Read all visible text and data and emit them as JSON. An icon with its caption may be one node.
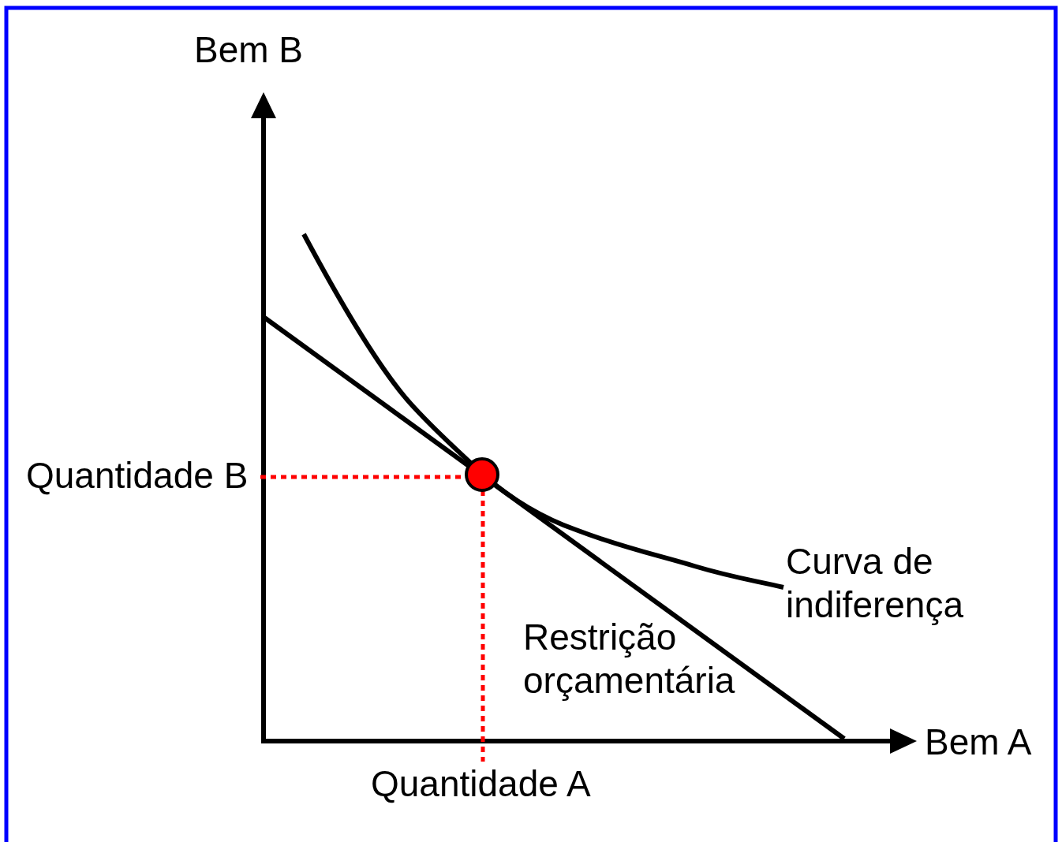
{
  "diagram": {
    "labels": [
      "Bem B",
      "Quantidade B",
      "Curva de indiferença",
      "Restrição orçamentária",
      "Bem A",
      "Quantidade A"
    ]
  }
}
